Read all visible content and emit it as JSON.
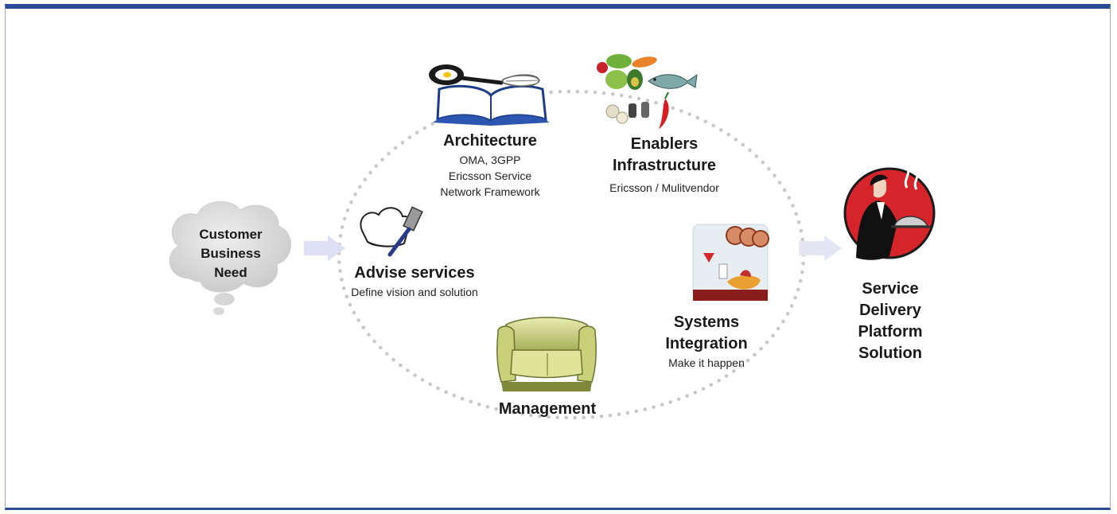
{
  "cloud": {
    "lines": [
      "Customer",
      "Business",
      "Need"
    ]
  },
  "architecture": {
    "title": "Architecture",
    "lines": [
      "OMA, 3GPP",
      "Ericsson Service",
      "Network Framework"
    ]
  },
  "enablers": {
    "title_lines": [
      "Enablers",
      "Infrastructure"
    ],
    "sub": "Ericsson / Mulitvendor"
  },
  "advise": {
    "title": "Advise services",
    "sub": "Define vision and solution"
  },
  "systems": {
    "title_lines": [
      "Systems",
      "Integration"
    ],
    "sub": "Make it happen"
  },
  "management": {
    "title": "Management"
  },
  "result": {
    "lines": [
      "Service",
      "Delivery",
      "Platform",
      "Solution"
    ]
  },
  "colors": {
    "frame_border": "#2a4a9a",
    "arrow": "#d8dcf0",
    "dots": "#c8c8c8",
    "cloud_fill": "#d9d9d9",
    "waiter_circle": "#d6242b"
  },
  "icons": [
    "thought-cloud-icon",
    "cookbook-icon",
    "ingredients-icon",
    "chef-hat-icon",
    "kitchen-icon",
    "armchair-icon",
    "waiter-icon"
  ]
}
